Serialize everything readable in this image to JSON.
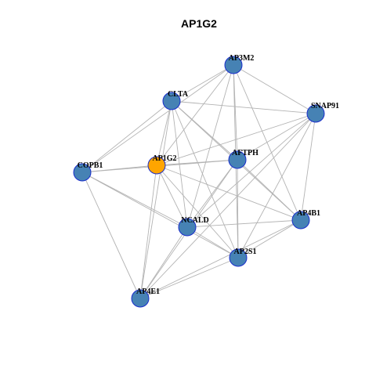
{
  "title": "AP1G2",
  "colors": {
    "node_default": "#4682b4",
    "node_focus": "#ffa500",
    "node_border": "#1a2ecc",
    "edge": "#b3b3b3"
  },
  "nodes": [
    {
      "id": "AP3M2",
      "label": "AP3M2",
      "focus": false
    },
    {
      "id": "CLTA",
      "label": "CLTA",
      "focus": false
    },
    {
      "id": "SNAP91",
      "label": "SNAP91",
      "focus": false
    },
    {
      "id": "COPB1",
      "label": "COPB1",
      "focus": false
    },
    {
      "id": "AP1G2",
      "label": "AP1G2",
      "focus": true
    },
    {
      "id": "AFTPH",
      "label": "AFTPH",
      "focus": false
    },
    {
      "id": "AP4B1",
      "label": "AP4B1",
      "focus": false
    },
    {
      "id": "NCALD",
      "label": "NCALD",
      "focus": false
    },
    {
      "id": "AP2S1",
      "label": "AP2S1",
      "focus": false
    },
    {
      "id": "AP4E1",
      "label": "AP4E1",
      "focus": false
    }
  ],
  "edges": [
    [
      "AP3M2",
      "CLTA"
    ],
    [
      "AP3M2",
      "AP1G2"
    ],
    [
      "AP3M2",
      "AFTPH"
    ],
    [
      "AP3M2",
      "SNAP91"
    ],
    [
      "AP3M2",
      "AP2S1"
    ],
    [
      "AP3M2",
      "NCALD"
    ],
    [
      "AP3M2",
      "AP4B1"
    ],
    [
      "AP3M2",
      "COPB1"
    ],
    [
      "CLTA",
      "COPB1"
    ],
    [
      "CLTA",
      "AP1G2"
    ],
    [
      "CLTA",
      "AFTPH"
    ],
    [
      "CLTA",
      "SNAP91"
    ],
    [
      "CLTA",
      "NCALD"
    ],
    [
      "CLTA",
      "AP2S1"
    ],
    [
      "CLTA",
      "AP4E1"
    ],
    [
      "CLTA",
      "AP4B1"
    ],
    [
      "SNAP91",
      "AP1G2"
    ],
    [
      "SNAP91",
      "AFTPH"
    ],
    [
      "SNAP91",
      "NCALD"
    ],
    [
      "SNAP91",
      "AP2S1"
    ],
    [
      "SNAP91",
      "AP4B1"
    ],
    [
      "SNAP91",
      "AP4E1"
    ],
    [
      "COPB1",
      "AP1G2"
    ],
    [
      "COPB1",
      "AFTPH"
    ],
    [
      "COPB1",
      "NCALD"
    ],
    [
      "COPB1",
      "AP2S1"
    ],
    [
      "COPB1",
      "AP4E1"
    ],
    [
      "AP1G2",
      "AFTPH"
    ],
    [
      "AP1G2",
      "NCALD"
    ],
    [
      "AP1G2",
      "AP2S1"
    ],
    [
      "AP1G2",
      "AP4E1"
    ],
    [
      "AP1G2",
      "AP4B1"
    ],
    [
      "AFTPH",
      "NCALD"
    ],
    [
      "AFTPH",
      "AP2S1"
    ],
    [
      "AFTPH",
      "AP4B1"
    ],
    [
      "AFTPH",
      "AP4E1"
    ],
    [
      "NCALD",
      "AP2S1"
    ],
    [
      "NCALD",
      "AP4E1"
    ],
    [
      "NCALD",
      "AP4B1"
    ],
    [
      "AP2S1",
      "AP4B1"
    ],
    [
      "AP2S1",
      "AP4E1"
    ],
    [
      "AP4B1",
      "AP4E1"
    ]
  ]
}
